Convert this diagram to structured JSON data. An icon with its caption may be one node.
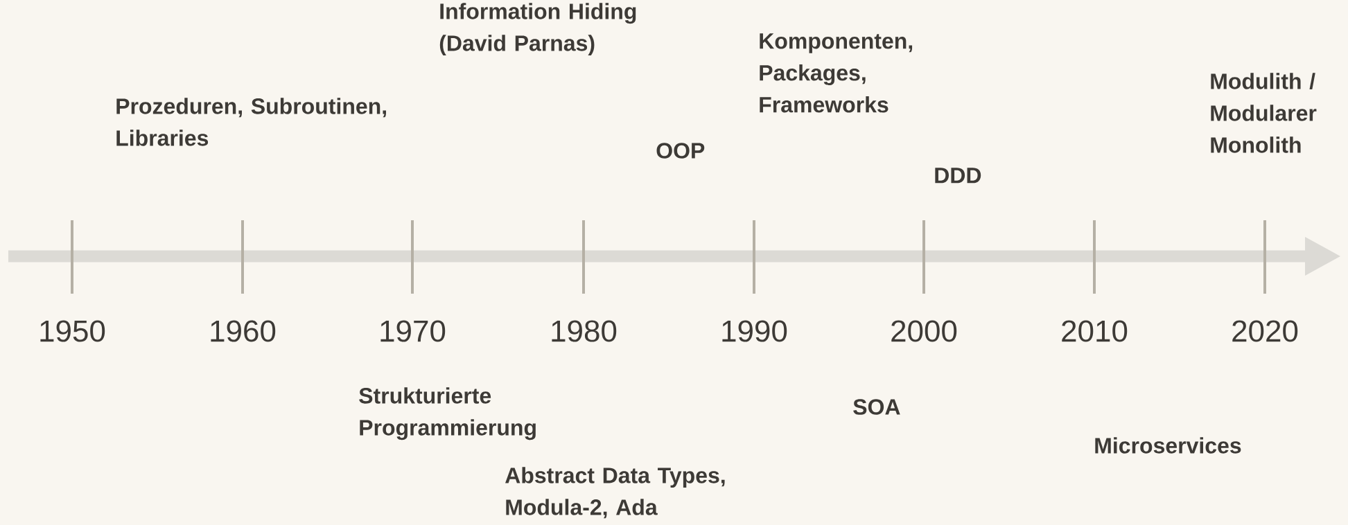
{
  "diagram": {
    "labels": [
      "Information Hiding (David Parnas)",
      "Komponenten, Packages, Frameworks",
      "Modulith / Modularer Monolith",
      "Prozeduren, Subroutinen, Libraries",
      "OOP",
      "DDD",
      "1950",
      "1960",
      "1970",
      "1980",
      "1990",
      "2000",
      "2010",
      "2020",
      "Strukturierte Programmierung",
      "SOA",
      "Microservices",
      "Abstract Data Types, Modula-2, Ada"
    ]
  }
}
